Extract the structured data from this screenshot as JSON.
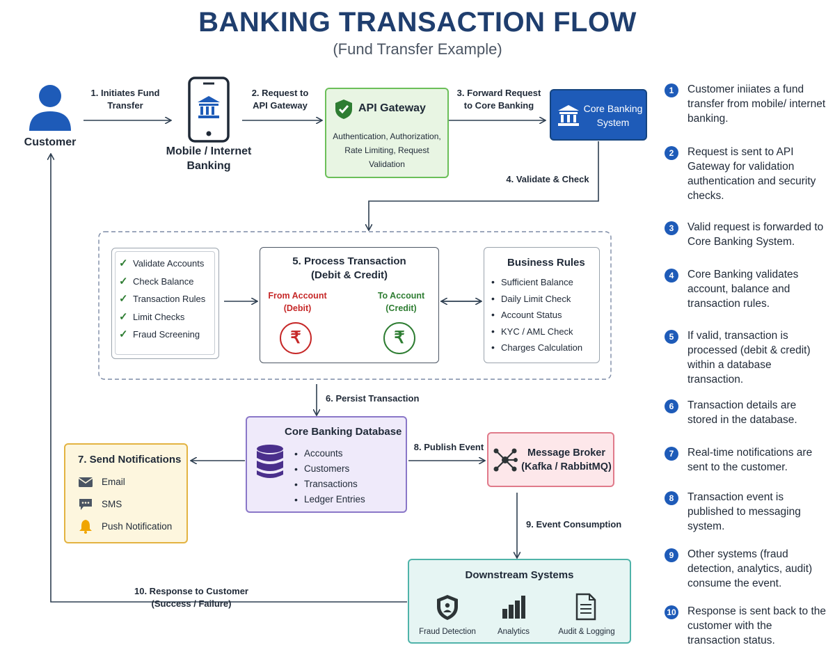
{
  "title": "BANKING TRANSACTION FLOW",
  "subtitle": "(Fund Transfer Example)",
  "nodes": {
    "customer": "Customer",
    "mobile": "Mobile / Internet Banking",
    "gateway": {
      "title": "API Gateway",
      "desc": "Authentication, Authorization, Rate Limiting, Request Validation"
    },
    "core": "Core Banking System",
    "validate_list": [
      "Validate Accounts",
      "Check Balance",
      "Transaction Rules",
      "Limit Checks",
      "Fraud Screening"
    ],
    "process": {
      "title": "5. Process Transaction (Debit & Credit)",
      "from": "From Account (Debit)",
      "to": "To Account (Credit)",
      "currency": "₹"
    },
    "rules": {
      "title": "Business Rules",
      "items": [
        "Sufficient Balance",
        "Daily Limit Check",
        "Account Status",
        "KYC / AML Check",
        "Charges Calculation"
      ]
    },
    "database": {
      "title": "Core Banking Database",
      "items": [
        "Accounts",
        "Customers",
        "Transactions",
        "Ledger Entries"
      ]
    },
    "notifications": {
      "title": "7. Send Notifications",
      "items": [
        "Email",
        "SMS",
        "Push Notification"
      ]
    },
    "broker": "Message Broker (Kafka / RabbitMQ)",
    "downstream": {
      "title": "Downstream Systems",
      "items": [
        "Fraud Detection",
        "Analytics",
        "Audit & Logging"
      ]
    }
  },
  "edges": {
    "e1": "1. Initiates Fund Transfer",
    "e2": "2. Request to API Gateway",
    "e3": "3. Forward Request to Core Banking",
    "e4": "4. Validate & Check",
    "e6": "6. Persist Transaction",
    "e8": "8. Publish Event",
    "e9": "9. Event Consumption",
    "e10": "10. Response to Customer (Success / Failure)"
  },
  "steps": [
    {
      "num": "1",
      "text": "Customer iniiates a fund transfer from mobile/ internet banking."
    },
    {
      "num": "2",
      "text": "Request is sent to API Gateway for validation authentication and security checks."
    },
    {
      "num": "3",
      "text": "Valid request is forwarded to Core Banking System."
    },
    {
      "num": "4",
      "text": "Core Banking validates account, balance and transaction rules."
    },
    {
      "num": "5",
      "text": "If valid, transaction is processed (debit & credit) within a database transaction."
    },
    {
      "num": "6",
      "text": "Transaction details are stored in the database."
    },
    {
      "num": "7",
      "text": "Real-time notifications are sent to the customer."
    },
    {
      "num": "8",
      "text": "Transaction event is published to messaging system."
    },
    {
      "num": "9",
      "text": "Other systems (fraud detection, analytics, audit) consume the event."
    },
    {
      "num": "10",
      "text": "Response is sent back to the customer with the transaction status."
    }
  ],
  "colors": {
    "title": "#1f3e6e",
    "accent_blue": "#1e5bb8",
    "gateway_bg": "#e8f5e3",
    "gateway_border": "#6bbf59",
    "db_bg": "#efeafa",
    "db_border": "#8a77c8",
    "notify_bg": "#fdf6de",
    "notify_border": "#e3b341",
    "broker_bg": "#fde7ea",
    "broker_border": "#e07a8a",
    "downstream_bg": "#e6f5f3",
    "downstream_border": "#4fb3a9",
    "debit": "#c62828",
    "credit": "#2e7d32"
  }
}
